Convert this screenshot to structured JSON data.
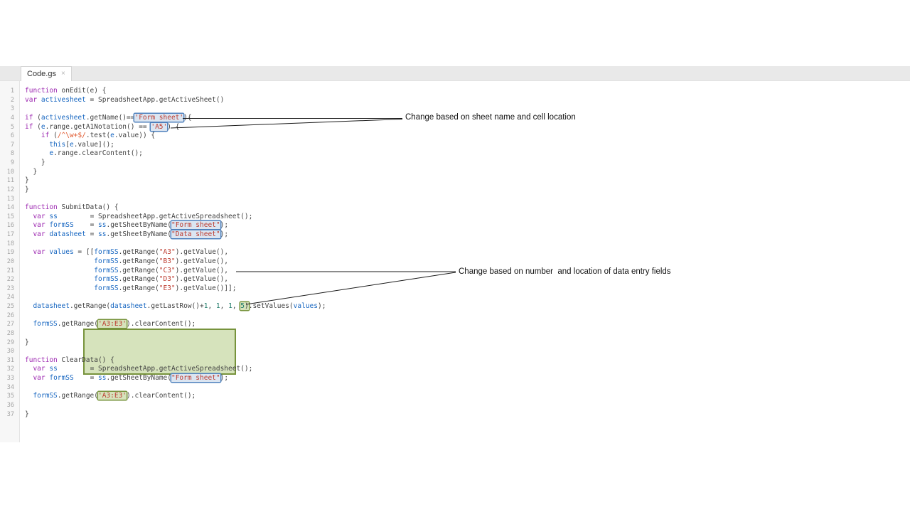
{
  "tab": {
    "title": "Code.gs",
    "close_glyph": "×"
  },
  "annotations": [
    {
      "text": "Change based on sheet name and cell location"
    },
    {
      "text": "Change based on number  and location of data entry fields"
    }
  ],
  "colors": {
    "keyword": "#9c27b0",
    "variable": "#1565c0",
    "string": "#bd3c30",
    "regex": "#e0562b",
    "number": "#1d7a68",
    "blue_box_fill": "#dbe5f1",
    "blue_box_border": "#4f81bd",
    "green_box_fill": "#d6e3bc",
    "green_box_border": "#77933c",
    "tabbar_bg": "#e9e9e9"
  },
  "editor": {
    "lines": [
      {
        "n": 1,
        "tokens": [
          [
            "k",
            "function"
          ],
          [
            "t",
            " onEdit(e) {"
          ]
        ]
      },
      {
        "n": 2,
        "tokens": [
          [
            "k",
            "var"
          ],
          [
            "t",
            " "
          ],
          [
            "v",
            "activesheet"
          ],
          [
            "t",
            " = SpreadsheetApp.getActiveSheet()"
          ]
        ]
      },
      {
        "n": 3,
        "tokens": []
      },
      {
        "n": 4,
        "tokens": [
          [
            "k",
            "if"
          ],
          [
            "t",
            " ("
          ],
          [
            "v",
            "activesheet"
          ],
          [
            "t",
            ".getName()=="
          ],
          {
            "box": "bb",
            "name": "form-sheet-highlight",
            "tokens": [
              [
                "s",
                "'Form sheet'"
              ]
            ]
          },
          [
            "t",
            "){"
          ]
        ]
      },
      {
        "n": 5,
        "tokens": [
          [
            "k",
            "if"
          ],
          [
            "t",
            " ("
          ],
          [
            "v",
            "e"
          ],
          [
            "t",
            ".range.getA1Notation() == "
          ],
          {
            "box": "bb",
            "name": "a5-highlight",
            "tokens": [
              [
                "s",
                "'A5'"
              ]
            ]
          },
          [
            "t",
            ") {"
          ]
        ]
      },
      {
        "n": 6,
        "tokens": [
          [
            "t",
            "    "
          ],
          [
            "k",
            "if"
          ],
          [
            "t",
            " ("
          ],
          [
            "r",
            "/^\\w+$/"
          ],
          [
            "t",
            ".test("
          ],
          [
            "v",
            "e"
          ],
          [
            "t",
            ".value)) {"
          ]
        ]
      },
      {
        "n": 7,
        "tokens": [
          [
            "t",
            "      "
          ],
          [
            "v",
            "this"
          ],
          [
            "t",
            "["
          ],
          [
            "v",
            "e"
          ],
          [
            "t",
            ".value]();"
          ]
        ]
      },
      {
        "n": 8,
        "tokens": [
          [
            "t",
            "      "
          ],
          [
            "v",
            "e"
          ],
          [
            "t",
            ".range.clearContent();"
          ]
        ]
      },
      {
        "n": 9,
        "tokens": [
          [
            "t",
            "    }"
          ]
        ]
      },
      {
        "n": 10,
        "tokens": [
          [
            "t",
            "  }"
          ]
        ]
      },
      {
        "n": 11,
        "tokens": [
          [
            "t",
            "}"
          ]
        ]
      },
      {
        "n": 12,
        "tokens": [
          [
            "t",
            "}"
          ]
        ]
      },
      {
        "n": 13,
        "tokens": []
      },
      {
        "n": 14,
        "tokens": [
          [
            "k",
            "function"
          ],
          [
            "t",
            " SubmitData() {"
          ]
        ]
      },
      {
        "n": 15,
        "tokens": [
          [
            "t",
            "  "
          ],
          [
            "k",
            "var"
          ],
          [
            "t",
            " "
          ],
          [
            "v",
            "ss"
          ],
          [
            "t",
            "        = SpreadsheetApp.getActiveSpreadsheet();"
          ]
        ]
      },
      {
        "n": 16,
        "tokens": [
          [
            "t",
            "  "
          ],
          [
            "k",
            "var"
          ],
          [
            "t",
            " "
          ],
          [
            "v",
            "formSS"
          ],
          [
            "t",
            "    = "
          ],
          [
            "v",
            "ss"
          ],
          [
            "t",
            ".getSheetByName("
          ],
          {
            "box": "bb",
            "name": "form-sheet-highlight",
            "tokens": [
              [
                "s",
                "\"Form sheet\""
              ]
            ]
          },
          [
            "t",
            ");"
          ]
        ]
      },
      {
        "n": 17,
        "tokens": [
          [
            "t",
            "  "
          ],
          [
            "k",
            "var"
          ],
          [
            "t",
            " "
          ],
          [
            "v",
            "datasheet"
          ],
          [
            "t",
            " = "
          ],
          [
            "v",
            "ss"
          ],
          [
            "t",
            ".getSheetByName("
          ],
          {
            "box": "bb",
            "name": "data-sheet-highlight",
            "tokens": [
              [
                "s",
                "\"Data sheet\""
              ]
            ]
          },
          [
            "t",
            ");"
          ]
        ]
      },
      {
        "n": 18,
        "tokens": []
      },
      {
        "n": 19,
        "tokens": [
          [
            "t",
            "  "
          ],
          [
            "k",
            "var"
          ],
          [
            "t",
            " "
          ],
          [
            "v",
            "values"
          ],
          [
            "t",
            " = [["
          ],
          [
            "v",
            "formSS"
          ],
          [
            "t",
            ".getRange("
          ],
          [
            "s",
            "\"A3\""
          ],
          [
            "t",
            ").getValue(),"
          ]
        ]
      },
      {
        "n": 20,
        "tokens": [
          [
            "t",
            "                 "
          ],
          [
            "v",
            "formSS"
          ],
          [
            "t",
            ".getRange("
          ],
          [
            "s",
            "\"B3\""
          ],
          [
            "t",
            ").getValue(),"
          ]
        ]
      },
      {
        "n": 21,
        "tokens": [
          [
            "t",
            "                 "
          ],
          [
            "v",
            "formSS"
          ],
          [
            "t",
            ".getRange("
          ],
          [
            "s",
            "\"C3\""
          ],
          [
            "t",
            ").getValue(),"
          ]
        ]
      },
      {
        "n": 22,
        "tokens": [
          [
            "t",
            "                 "
          ],
          [
            "v",
            "formSS"
          ],
          [
            "t",
            ".getRange("
          ],
          [
            "s",
            "\"D3\""
          ],
          [
            "t",
            ").getValue(),"
          ]
        ]
      },
      {
        "n": 23,
        "tokens": [
          [
            "t",
            "                 "
          ],
          [
            "v",
            "formSS"
          ],
          [
            "t",
            ".getRange("
          ],
          [
            "s",
            "\"E3\""
          ],
          [
            "t",
            ").getValue()]];"
          ]
        ]
      },
      {
        "n": 24,
        "tokens": []
      },
      {
        "n": 25,
        "tokens": [
          [
            "t",
            "  "
          ],
          [
            "v",
            "datasheet"
          ],
          [
            "t",
            ".getRange("
          ],
          [
            "v",
            "datasheet"
          ],
          [
            "t",
            ".getLastRow()+"
          ],
          [
            "n",
            "1"
          ],
          [
            "t",
            ", "
          ],
          [
            "n",
            "1"
          ],
          [
            "t",
            ", "
          ],
          [
            "n",
            "1"
          ],
          [
            "t",
            ", "
          ],
          {
            "box": "gb",
            "name": "column-count-highlight",
            "tokens": [
              [
                "n",
                "5"
              ],
              [
                "t",
                ")"
              ]
            ]
          },
          [
            "t",
            ".setValues("
          ],
          [
            "v",
            "values"
          ],
          [
            "t",
            ");"
          ]
        ]
      },
      {
        "n": 26,
        "tokens": []
      },
      {
        "n": 27,
        "tokens": [
          [
            "t",
            "  "
          ],
          [
            "v",
            "formSS"
          ],
          [
            "t",
            ".getRange("
          ],
          {
            "box": "gb",
            "name": "clear-range-highlight",
            "tokens": [
              [
                "s",
                "'A3:E3'"
              ]
            ]
          },
          [
            "t",
            ").clearContent();"
          ]
        ]
      },
      {
        "n": 28,
        "tokens": []
      },
      {
        "n": 29,
        "tokens": [
          [
            "t",
            "}"
          ]
        ]
      },
      {
        "n": 30,
        "tokens": []
      },
      {
        "n": 31,
        "tokens": [
          [
            "k",
            "function"
          ],
          [
            "t",
            " ClearData() {"
          ]
        ]
      },
      {
        "n": 32,
        "tokens": [
          [
            "t",
            "  "
          ],
          [
            "k",
            "var"
          ],
          [
            "t",
            " "
          ],
          [
            "v",
            "ss"
          ],
          [
            "t",
            "        = SpreadsheetApp.getActiveSpreadsheet();"
          ]
        ]
      },
      {
        "n": 33,
        "tokens": [
          [
            "t",
            "  "
          ],
          [
            "k",
            "var"
          ],
          [
            "t",
            " "
          ],
          [
            "v",
            "formSS"
          ],
          [
            "t",
            "    = "
          ],
          [
            "v",
            "ss"
          ],
          [
            "t",
            ".getSheetByName("
          ],
          {
            "box": "bb",
            "name": "form-sheet-highlight",
            "tokens": [
              [
                "s",
                "\"Form sheet\""
              ]
            ]
          },
          [
            "t",
            ");"
          ]
        ]
      },
      {
        "n": 34,
        "tokens": []
      },
      {
        "n": 35,
        "tokens": [
          [
            "t",
            "  "
          ],
          [
            "v",
            "formSS"
          ],
          [
            "t",
            ".getRange("
          ],
          {
            "box": "gb",
            "name": "clear-range-highlight",
            "tokens": [
              [
                "s",
                "'A3:E3'"
              ]
            ]
          },
          [
            "t",
            ").clearContent();"
          ]
        ]
      },
      {
        "n": 36,
        "tokens": []
      },
      {
        "n": 37,
        "tokens": [
          [
            "t",
            "}"
          ]
        ]
      }
    ]
  }
}
